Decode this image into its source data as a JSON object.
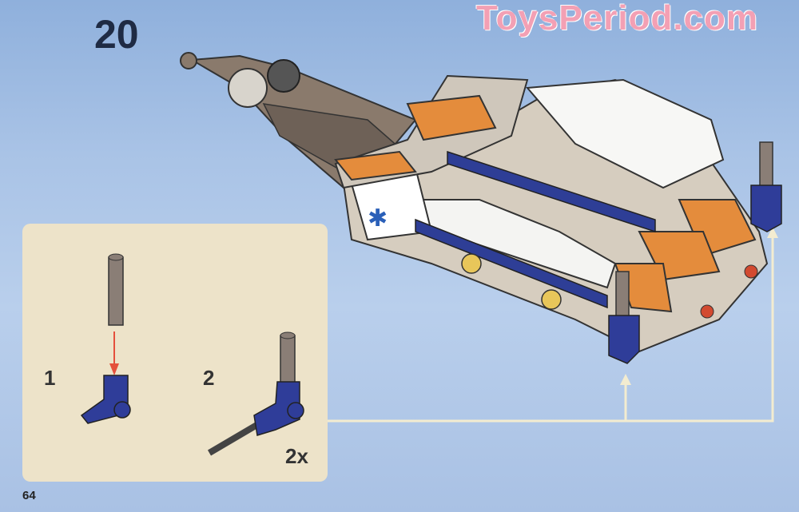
{
  "step_number": "20",
  "watermark": "ToysPeriod.com",
  "substeps": [
    {
      "number": "1"
    },
    {
      "number": "2",
      "quantity": "2x"
    }
  ],
  "page_number": "64",
  "colors": {
    "background": "#a9c3e6",
    "panel": "#ede3c9",
    "watermark": "#f3a0b4",
    "callout_line": "#f3ecd0",
    "arrow_red": "#e4503c"
  }
}
